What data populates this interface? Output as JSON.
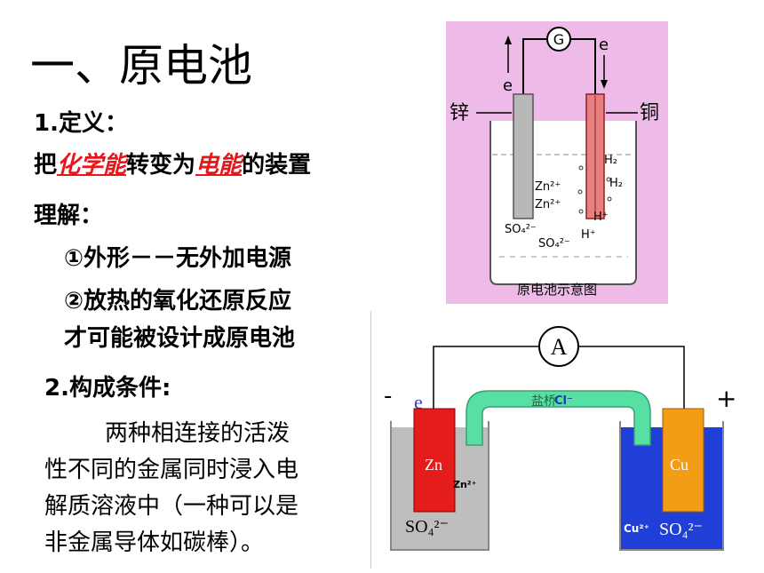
{
  "title": "一、原电池",
  "definition": {
    "heading": "1.定义：",
    "prefix": "把",
    "term1": "化学能",
    "middle": "转变为",
    "term2": "电能",
    "suffix": "的装置"
  },
  "understanding": {
    "heading": "理解：",
    "point1": "①外形－－无外加电源",
    "point2_line1": "②放热的氧化还原反应",
    "point2_line2": "才可能被设计成原电池"
  },
  "conditions": {
    "heading": "2.构成条件:",
    "lines": [
      "两种相连接的活泼",
      "性不同的金属同时浸入电",
      "解质溶液中（一种可以是",
      "非金属导体如碳棒）。"
    ]
  },
  "diagram1": {
    "galvanometer": "G",
    "electron_left": "e",
    "electron_right": "e",
    "zinc_label": "锌",
    "copper_label": "铜",
    "ions": [
      "Zn²⁺",
      "Zn²⁺",
      "SO₄²⁻",
      "SO₄²⁻",
      "H₂",
      "H₂",
      "H⁺",
      "H⁺"
    ],
    "caption": "原电池示意图",
    "bg_color": "#eebbe8"
  },
  "diagram2": {
    "ammeter": "A",
    "minus": "-",
    "plus": "+",
    "electron": "e",
    "salt_bridge": "盐桥",
    "salt_bridge_ion": "Cl⁻",
    "zn_electrode": "Zn",
    "zn_ion": "Zn²⁺",
    "so4_left": "SO₄²⁻",
    "cu_electrode": "Cu",
    "cu_ion": "Cu²⁺",
    "so4_right": "SO₄²⁻"
  }
}
